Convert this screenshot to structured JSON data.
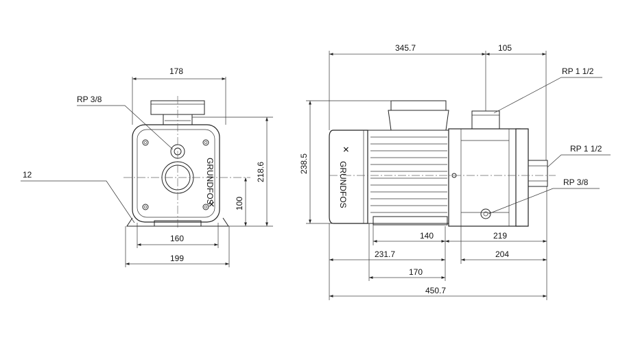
{
  "labels": {
    "front_width_top": "178",
    "rp38_left": "RP 3/8",
    "twelve": "12",
    "height_218": "218.6",
    "height_100": "100",
    "foot_160": "160",
    "foot_199": "199",
    "height_238": "238.5",
    "top_345": "345.7",
    "top_105": "105",
    "rp112_top": "RP 1 1/2",
    "rp112_side": "RP 1 1/2",
    "rp38_right": "RP 3/8",
    "d140": "140",
    "d219": "219",
    "d231": "231.7",
    "d204": "204",
    "d170": "170",
    "d450": "450.7",
    "brand": "GRUNDFOS"
  },
  "colors": {
    "line": "#222222",
    "text": "#111111",
    "background": "#ffffff"
  },
  "icons": {
    "brand_mark": "grundfos-x-logo-icon"
  }
}
